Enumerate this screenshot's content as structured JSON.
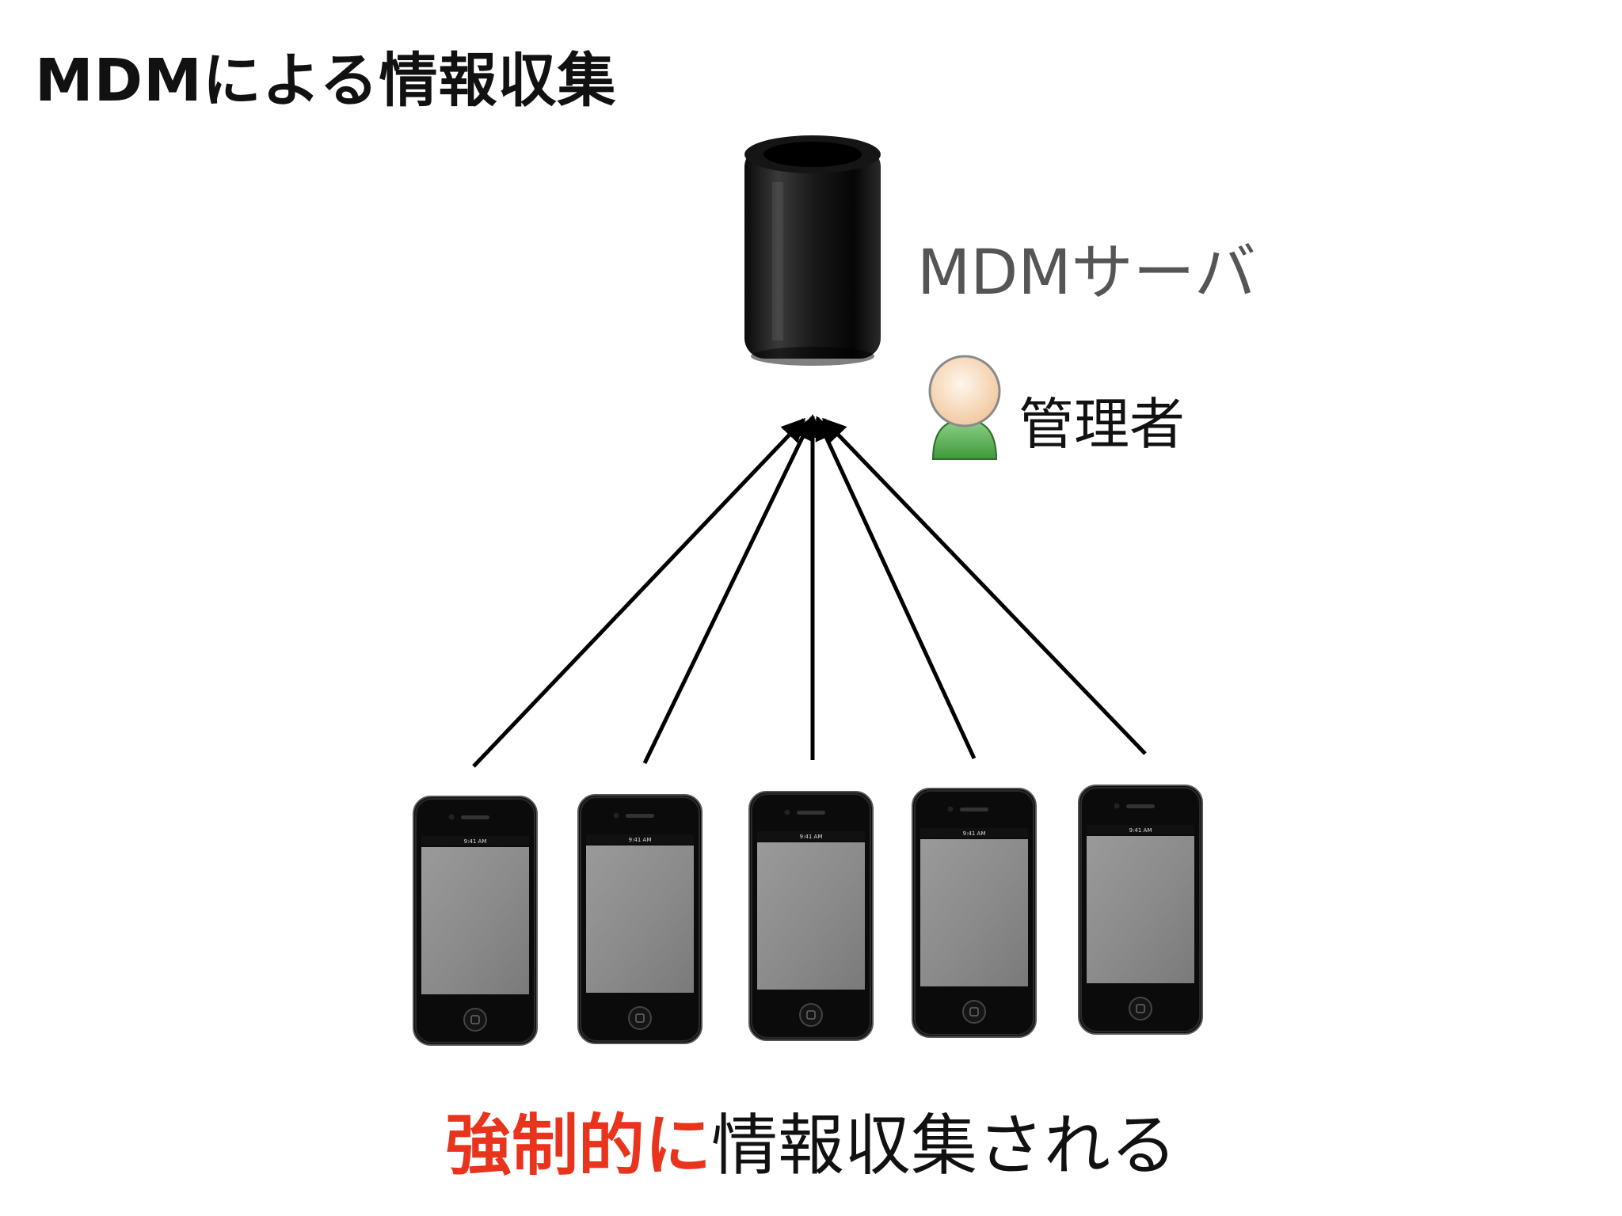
{
  "title": "MDMによる情報収集",
  "server": {
    "label": "MDMサーバ",
    "icon": "mac-pro-server-icon"
  },
  "admin": {
    "label": "管理者",
    "icon": "user-icon"
  },
  "devices": [
    {
      "icon": "smartphone-icon",
      "status_time": "9:41 AM"
    },
    {
      "icon": "smartphone-icon",
      "status_time": "9:41 AM"
    },
    {
      "icon": "smartphone-icon",
      "status_time": "9:41 AM"
    },
    {
      "icon": "smartphone-icon",
      "status_time": "9:41 AM"
    },
    {
      "icon": "smartphone-icon",
      "status_time": "9:41 AM"
    }
  ],
  "caption": {
    "emphasis": "強制的に",
    "rest": "情報収集される"
  },
  "colors": {
    "emphasis": "#e8341c",
    "server_label": "#555555"
  }
}
